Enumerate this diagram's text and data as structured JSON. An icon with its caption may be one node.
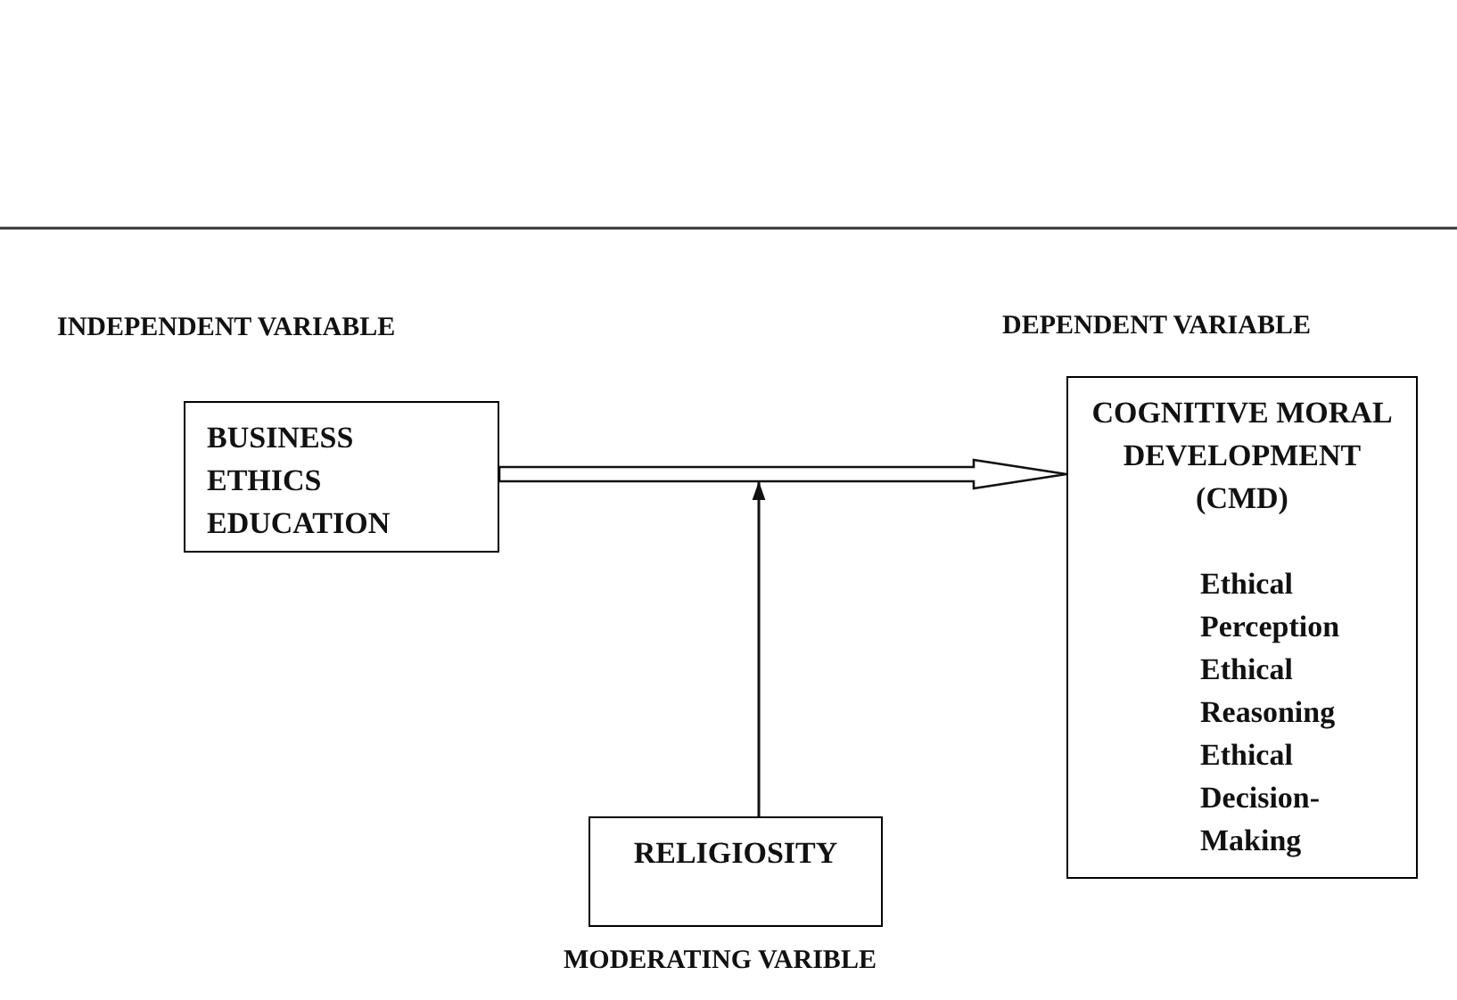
{
  "diagram": {
    "nodes": [
      {
        "text": [
          "BUSINESS ETHICS EDUCATION"
        ],
        "beside": [
          "INDEPENDENT VARIABLE"
        ]
      },
      {
        "text": [
          "COGNITIVE MORAL DEVELOPMENT (CMD)",
          "Ethical Perception",
          "Ethical Reasoning",
          "Ethical Decision-Making"
        ],
        "beside": [
          "DEPENDENT VARIABLE"
        ]
      },
      {
        "text": [
          "RELIGIOSITY"
        ],
        "beside": [
          "MODERATING VARIBLE"
        ]
      }
    ],
    "edges": [
      {
        "from": 0,
        "to": 1,
        "arrow": "to",
        "style": "thick"
      },
      {
        "from": 2,
        "to": null,
        "arrow": "to"
      }
    ]
  }
}
